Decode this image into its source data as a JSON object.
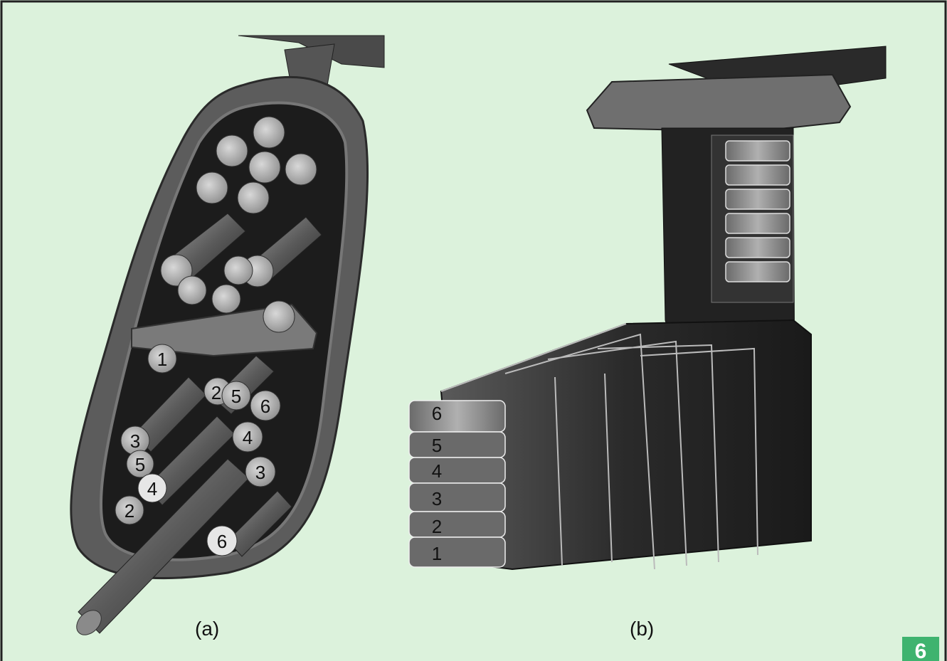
{
  "figure": {
    "background_color": "#dcf2dc",
    "border_color": "#222222",
    "badge_color": "#3fb36f"
  },
  "panel_a": {
    "caption": "(a)",
    "strand_labels": [
      "1",
      "2",
      "5",
      "6",
      "3",
      "4",
      "5",
      "3",
      "4",
      "2",
      "6"
    ]
  },
  "panel_b": {
    "caption": "(b)",
    "layer_labels": [
      "6",
      "5",
      "4",
      "3",
      "2",
      "1"
    ]
  },
  "badge": {
    "number": "6"
  }
}
